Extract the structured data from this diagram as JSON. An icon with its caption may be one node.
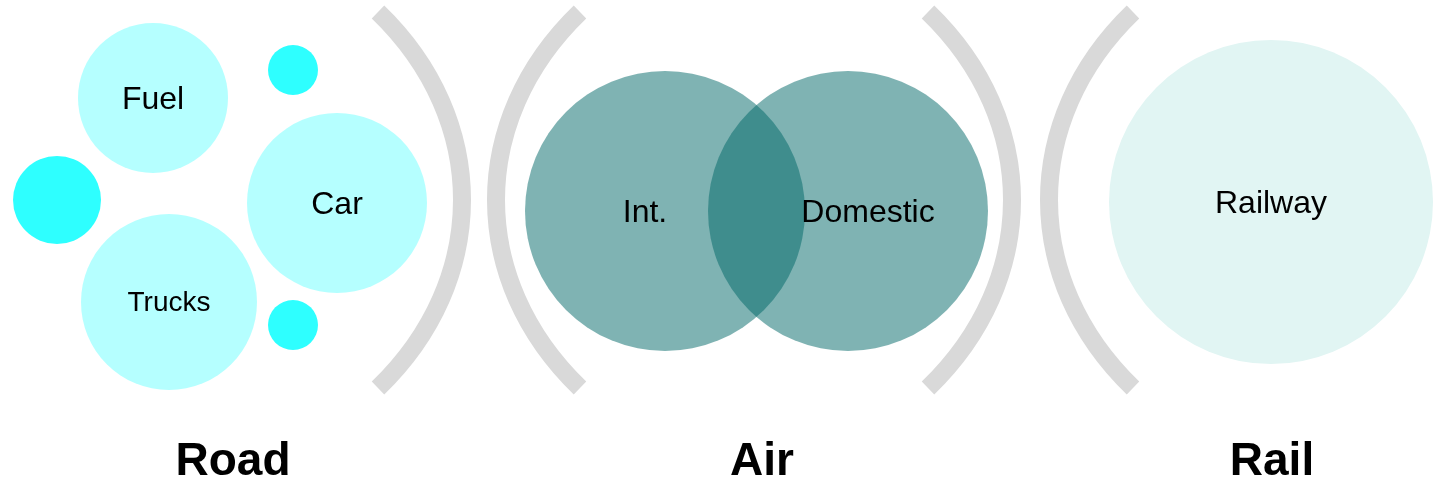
{
  "diagram": {
    "nodes": [
      {
        "text": [
          "Fuel"
        ]
      },
      {
        "text": [
          "Car"
        ]
      },
      {
        "text": [
          "Trucks"
        ]
      },
      {
        "text": [],
        "shape": "circle"
      },
      {
        "text": [],
        "shape": "circle"
      },
      {
        "text": [],
        "shape": "circle"
      },
      {
        "text": [
          "Int."
        ]
      },
      {
        "text": [
          "Domestic"
        ]
      },
      {
        "text": [
          "Railway"
        ]
      }
    ],
    "labels": [
      "Road",
      "Air",
      "Rail"
    ]
  }
}
